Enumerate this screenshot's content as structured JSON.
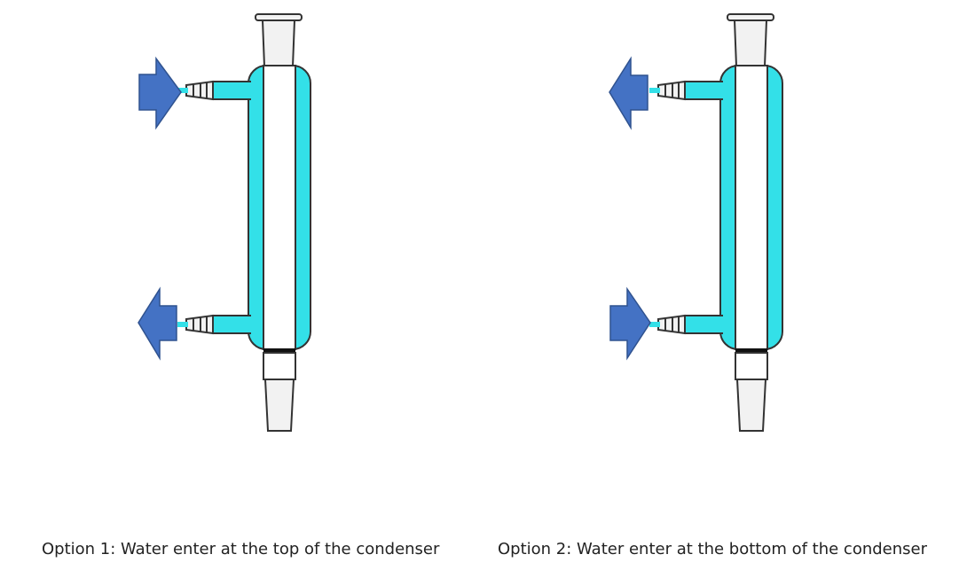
{
  "captions": {
    "option1": "Option 1: Water enter at the top of the condenser",
    "option2": "Option 2: Water enter at the bottom of the condenser"
  },
  "colors": {
    "water": "#33e0e8",
    "arrow": "#4472c4",
    "arrow_stroke": "#2f528f",
    "glass_outline": "#333333",
    "glass_fill": "#ffffff",
    "joint_fill": "#f2f2f2",
    "seal": "#111111"
  },
  "options": [
    {
      "id": "option1",
      "top_arrow": "left-to-right",
      "bottom_arrow": "right-to-left"
    },
    {
      "id": "option2",
      "top_arrow": "right-to-left",
      "bottom_arrow": "left-to-right"
    }
  ]
}
